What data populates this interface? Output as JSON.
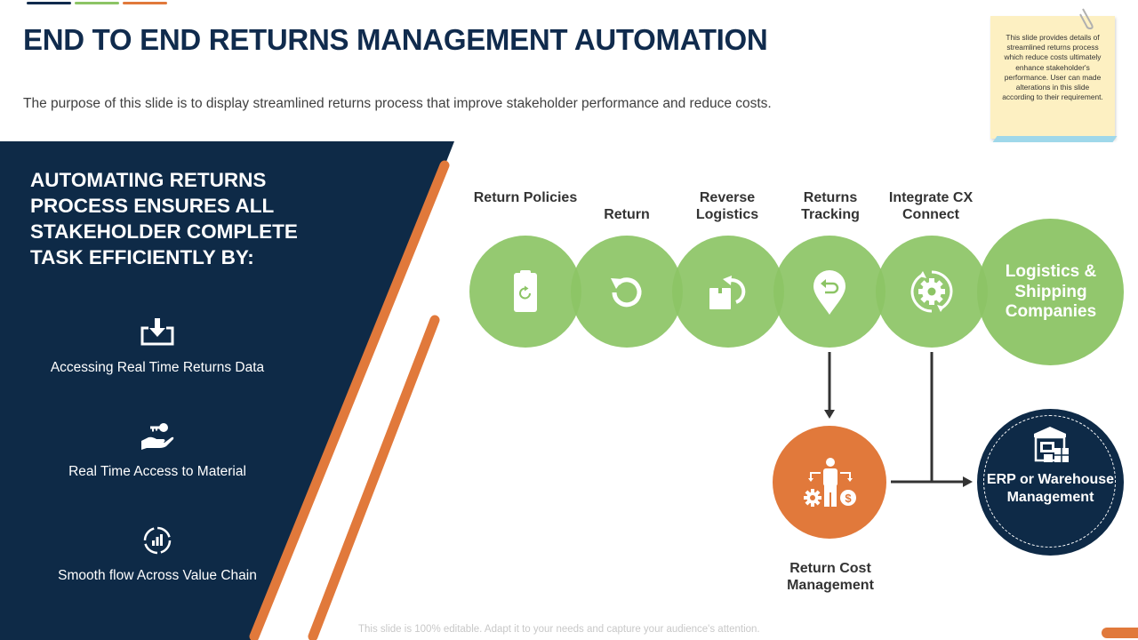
{
  "title": "END TO END RETURNS MANAGEMENT AUTOMATION",
  "subtitle": "The purpose of this slide is to display streamlined returns process that improve stakeholder performance and reduce costs.",
  "note": {
    "text": "This slide provides details of streamlined returns process which reduce costs ultimately enhance stakeholder's performance. User can made alterations in this slide according to their requirement."
  },
  "left_panel": {
    "heading": "AUTOMATING RETURNS PROCESS ENSURES ALL STAKEHOLDER COMPLETE TASK EFFICIENTLY BY:",
    "features": [
      {
        "label": "Accessing Real Time Returns  Data",
        "icon": "download-tray-icon"
      },
      {
        "label": "Real Time Access to Material",
        "icon": "hand-key-icon"
      },
      {
        "label": "Smooth flow Across Value Chain",
        "icon": "flow-cycle-icon"
      }
    ]
  },
  "process": {
    "steps": [
      {
        "label": "Return Policies",
        "icon": "clipboard-refresh-icon"
      },
      {
        "label": "Return",
        "icon": "undo-arrow-icon"
      },
      {
        "label": "Reverse Logistics",
        "icon": "box-return-icon"
      },
      {
        "label": "Returns Tracking",
        "icon": "location-pin-return-icon"
      },
      {
        "label": "Integrate CX Connect",
        "icon": "gear-cycle-icon"
      }
    ],
    "end_node": "Logistics & Shipping Companies",
    "cost_node": {
      "label": "Return Cost Management",
      "icon": "person-gear-dollar-icon"
    },
    "erp_node": {
      "label": "ERP or Warehouse Management",
      "icon": "warehouse-icon"
    }
  },
  "footer": "This slide is 100% editable. Adapt it to your needs and capture your audience's attention.",
  "colors": {
    "navy": "#0e2a47",
    "green": "#8cc465",
    "orange": "#e1793b",
    "title": "#102b4d"
  }
}
